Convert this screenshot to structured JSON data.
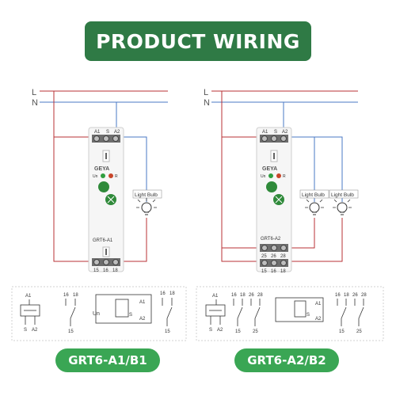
{
  "title": "PRODUCT WIRING",
  "colors": {
    "banner": "#2f7a45",
    "badge": "#3aa654",
    "line_wire": "#b83236",
    "neutral_wire": "#4a78c4",
    "terminal": "#6d6d6d",
    "device_body": "#f6f6f6",
    "knob": "#2f8a3a"
  },
  "mains": {
    "live": "L",
    "neutral": "N"
  },
  "left_device": {
    "brand": "GEYA",
    "model": "GRT6-A1",
    "top_terminals": [
      "A1",
      "S",
      "A2"
    ],
    "bottom_terminals": [
      "15",
      "16",
      "18"
    ],
    "indicators": [
      "Un",
      "R"
    ],
    "load_label": "Light Bulb",
    "badge": "GRT6-A1/B1"
  },
  "right_device": {
    "brand": "GEYA",
    "model": "GRT6-A2",
    "top_terminals": [
      "A1",
      "S",
      "A2"
    ],
    "bottom_terminals_row1": [
      "25",
      "26",
      "28"
    ],
    "bottom_terminals_row2": [
      "15",
      "16",
      "18"
    ],
    "indicators": [
      "Un",
      "R"
    ],
    "load_labels": [
      "Light Bulb",
      "Light Bulb"
    ],
    "badge": "GRT6-A2/B2"
  },
  "schematics": {
    "left_coil": {
      "top": "A1",
      "bottom_left": "S",
      "bottom_right": "A2",
      "contacts": [
        "16",
        "18",
        "15"
      ]
    },
    "left_circuit": {
      "supply": "Un",
      "coil": [
        "A1",
        "S",
        "A2"
      ],
      "contacts": [
        "16",
        "18",
        "15"
      ]
    },
    "right_coil": {
      "top": "A1",
      "bottom_left": "S",
      "bottom_right": "A2",
      "contacts_top": [
        "16",
        "18",
        "26",
        "28"
      ],
      "contacts_bottom": [
        "15",
        "25"
      ]
    },
    "right_circuit": {
      "coil": [
        "A1",
        "S",
        "A2"
      ],
      "contacts_top": [
        "16",
        "18",
        "26",
        "28"
      ],
      "contacts_bottom": [
        "15",
        "25"
      ]
    }
  }
}
